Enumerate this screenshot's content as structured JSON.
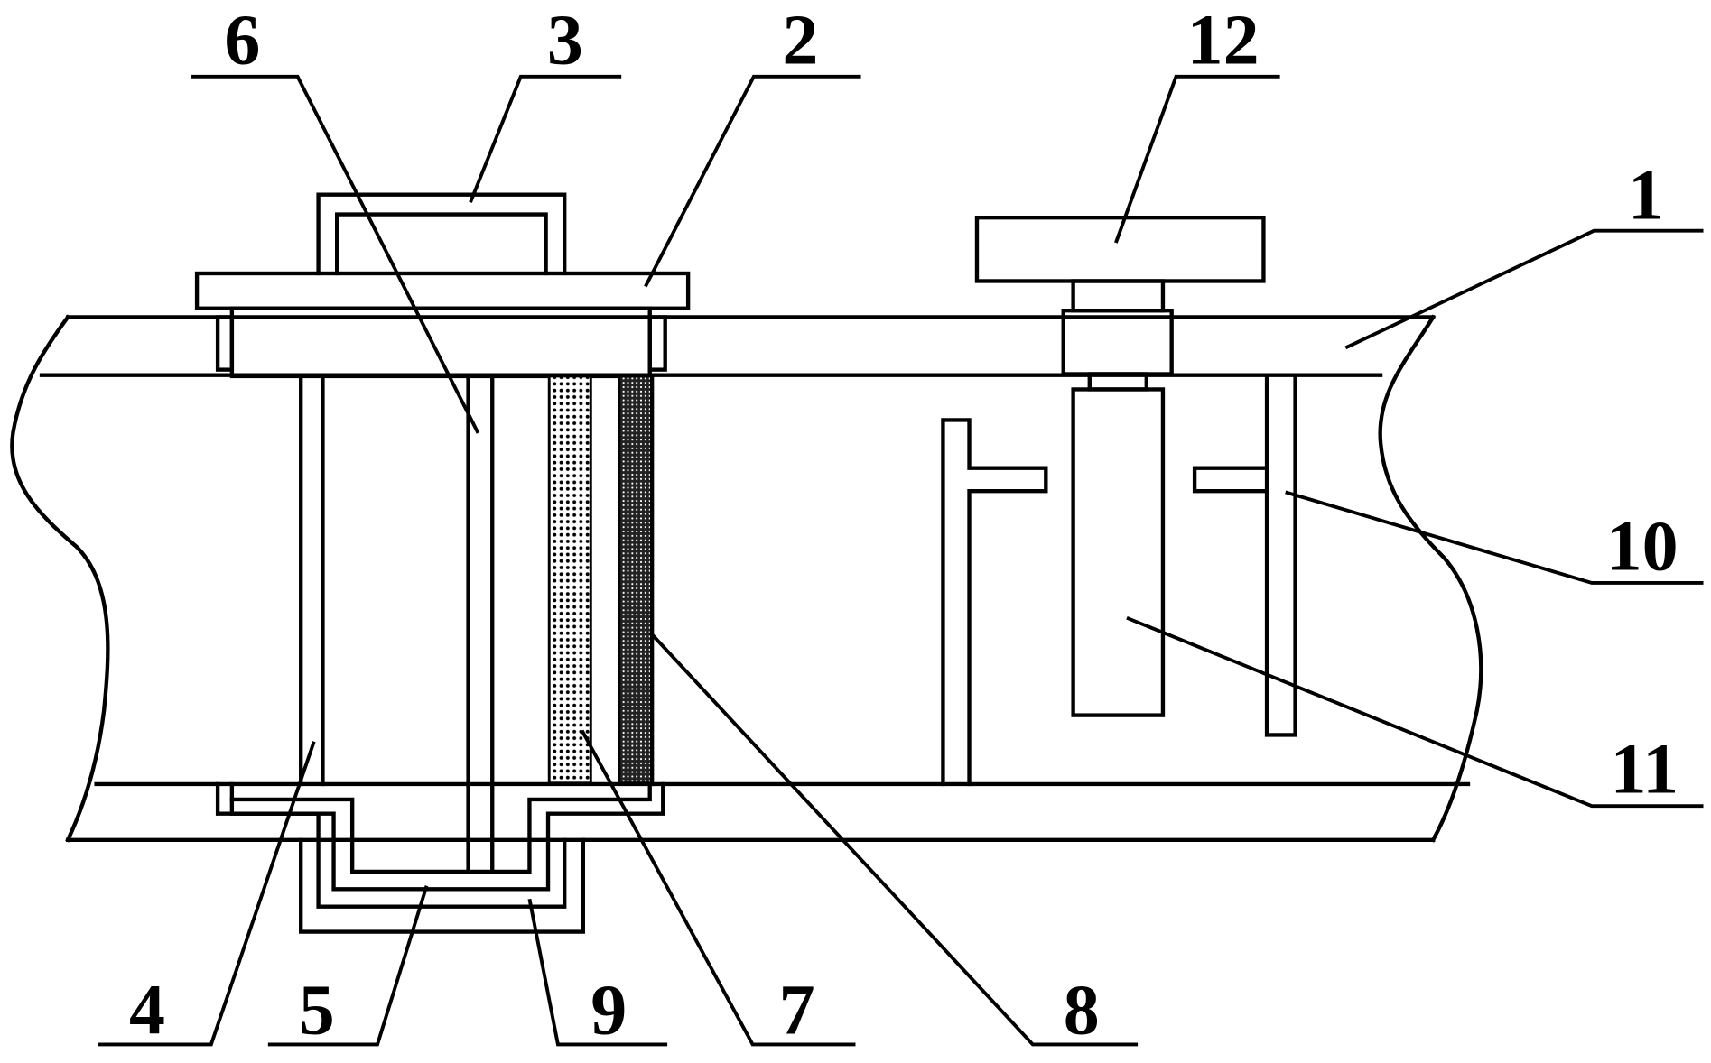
{
  "diagram": {
    "labels": [
      {
        "id": "label-6",
        "text": "6"
      },
      {
        "id": "label-3",
        "text": "3"
      },
      {
        "id": "label-2",
        "text": "2"
      },
      {
        "id": "label-12",
        "text": "12"
      },
      {
        "id": "label-1",
        "text": "1"
      },
      {
        "id": "label-10",
        "text": "10"
      },
      {
        "id": "label-11",
        "text": "11"
      },
      {
        "id": "label-4",
        "text": "4"
      },
      {
        "id": "label-5",
        "text": "5"
      },
      {
        "id": "label-9",
        "text": "9"
      },
      {
        "id": "label-7",
        "text": "7"
      },
      {
        "id": "label-8",
        "text": "8"
      }
    ],
    "colors": {
      "line": "#000000",
      "background": "#ffffff"
    }
  }
}
